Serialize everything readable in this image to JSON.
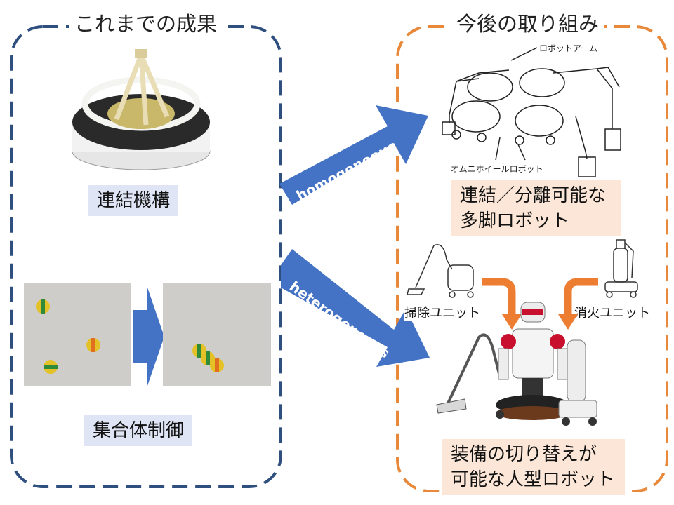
{
  "left_panel": {
    "title": "これまでの成果",
    "label_coupling": "連結機構",
    "label_collective": "集合体制御"
  },
  "right_panel": {
    "title": "今後の取り組み",
    "label_robot_arm": "ロボットアーム",
    "label_omni_robot": "オムニホイールロボット",
    "label_multileg_line1": "連結／分離可能な",
    "label_multileg_line2": "多脚ロボット",
    "label_vacuum_unit": "掃除ユニット",
    "label_fire_unit": "消火ユニット",
    "label_humanoid_line1": "装備の切り替えが",
    "label_humanoid_line2": "可能な人型ロボット"
  },
  "arrows": {
    "homogeneous": "homogeneous",
    "heterogeneous": "heterogeneous"
  },
  "colors": {
    "left_border": "#2f4f7f",
    "right_border": "#e8883a",
    "arrow_blue": "#4472c4",
    "arrow_orange": "#ed7d31",
    "label_blue_bg": "#dfe5f4",
    "label_peach_bg": "#fbe6d8"
  }
}
